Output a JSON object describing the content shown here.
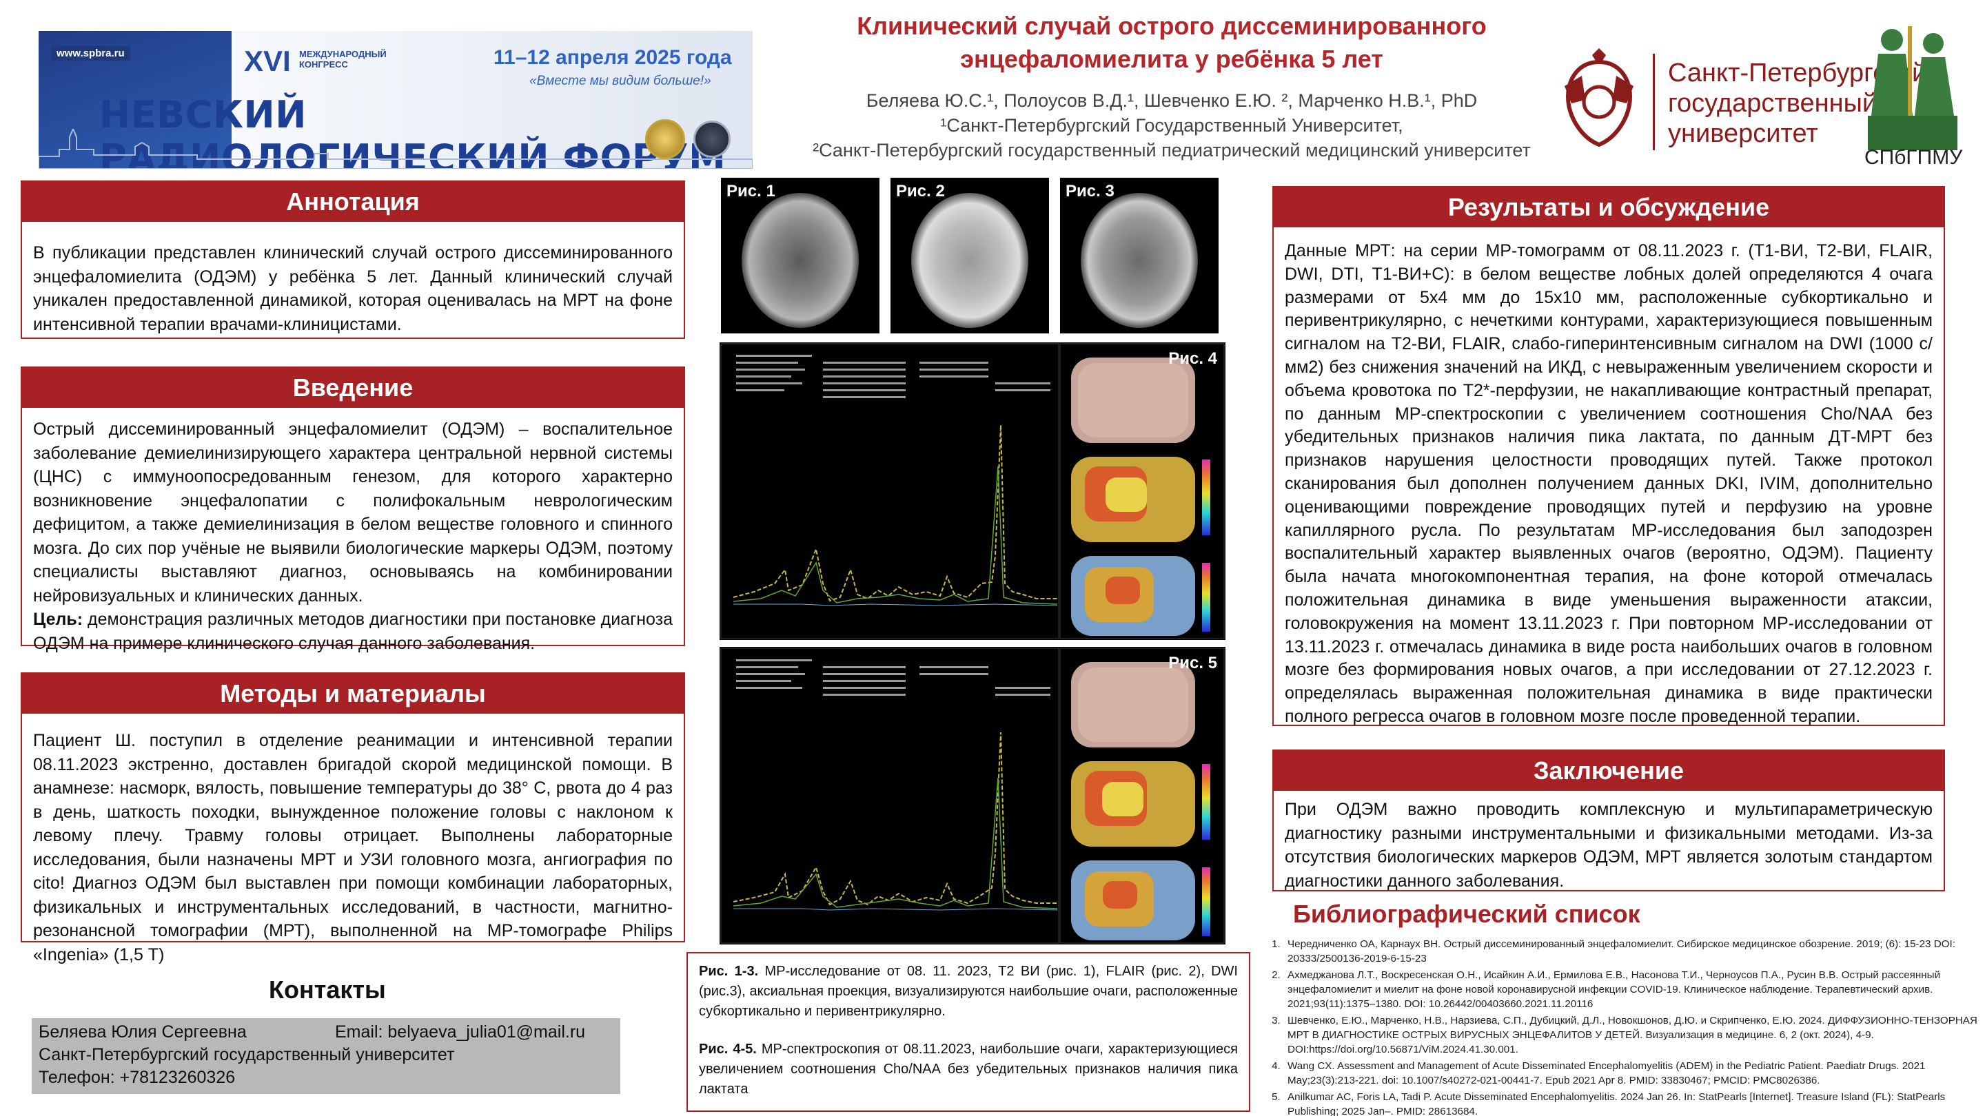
{
  "banner": {
    "url": "www.spbra.ru",
    "roman": "XVI",
    "congress": "МЕЖДУНАРОДНЫЙ КОНГРЕСС",
    "dates": "11–12 апреля 2025 года",
    "motto": "«Вместе мы видим больше!»",
    "forum": "НЕВСКИЙ РАДИОЛОГИЧЕСКИЙ ФОРУМ"
  },
  "title": {
    "line1": "Клинический случай острого диссеминированного",
    "line2": "энцефаломиелита у ребёнка 5 лет"
  },
  "authors": {
    "names": "Беляева Ю.С.¹, Полоусов В.Д.¹, Шевченко Е.Ю. ², Марченко Н.В.¹, PhD",
    "aff1": "¹Санкт-Петербургский Государственный Университет,",
    "aff2": "²Санкт-Петербургский государственный педиатрический медицинский университет"
  },
  "university": {
    "name_line1": "Санкт-Петербургский",
    "name_line2": "государственный",
    "name_line3": "университет",
    "second_logo": "СПбГПМУ"
  },
  "colors": {
    "accent": "#a82125",
    "title": "#b5262a",
    "forum_blue": "#1c3f93"
  },
  "annotation": {
    "header": "Аннотация",
    "text": "В публикации представлен клинический случай острого диссеминированного энцефаломиелита (ОДЭМ) у ребёнка 5 лет. Данный клинический случай уникален предоставленной динамикой, которая оценивалась на МРТ на фоне интенсивной терапии врачами-клиницистами."
  },
  "intro": {
    "header": "Введение",
    "text": "Острый диссеминированный энцефаломиелит (ОДЭМ) – воспалительное заболевание демиелинизирующего характера центральной нервной системы (ЦНС) с иммуноопосредованным генезом, для которого характерно возникновение энцефалопатии с полифокальным неврологическим дефицитом, а также демиелинизация в белом веществе головного и спинного мозга. До сих пор учёные не выявили биологические маркеры ОДЭМ, поэтому специалисты выставляют диагноз, основываясь на комбинировании нейровизуальных и клинических данных.",
    "goal_label": "Цель:",
    "goal_text": " демонстрация различных методов диагностики при постановке диагноза ОДЭМ на примере клинического случая данного заболевания."
  },
  "methods": {
    "header": "Методы и материалы",
    "text": "Пациент Ш. поступил в отделение реанимации и интенсивной терапии 08.11.2023 экстренно, доставлен бригадой скорой медицинской помощи. В анамнезе: насморк, вялость, повышение температуры до 38° С, рвота до 4 раз в день, шаткость походки, вынужденное положение головы с наклоном к левому плечу. Травму головы отрицает. Выполнены лабораторные исследования, были назначены МРТ и УЗИ головного мозга, ангиография по cito! Диагноз ОДЭМ был выставлен при помощи комбинации лабораторных, физикальных и инструментальных исследований, в частности, магнитно-резонансной томографии (МРТ), выполненной на МР-томографе Philips «Ingenia» (1,5 Т)"
  },
  "figures": {
    "fig1": "Рис. 1",
    "fig2": "Рис. 2",
    "fig3": "Рис. 3",
    "fig4": "Рис. 4",
    "fig5": "Рис. 5"
  },
  "caption": {
    "p1_label": "Рис. 1-3.",
    "p1_text": " МР-исследование от 08. 11. 2023, Т2 ВИ (рис. 1), FLAIR (рис. 2), DWI (рис.3), аксиальная проекция, визуализируются наибольшие очаги, расположенные субкортикально и перивентрикулярно.",
    "p2_label": "Рис. 4-5.",
    "p2_text": " МР-спектроскопия от 08.11.2023, наибольшие очаги, характеризующиеся увеличением соотношения Cho/NAA без убедительных признаков наличия пика лактата"
  },
  "contacts": {
    "title": "Контакты",
    "name": "Беляева Юлия Сергеевна",
    "email": "Email: belyaeva_julia01@mail.ru",
    "org": "Санкт-Петербургский государственный университет",
    "phone": "Телефон: +78123260326"
  },
  "results": {
    "header": "Результаты и обсуждение",
    "text": "Данные МРТ: на серии МР-томограмм от 08.11.2023 г. (Т1-ВИ, Т2-ВИ, FLAIR, DWI, DTI, Т1-ВИ+С): в белом веществе лобных долей определяются 4 очага размерами от 5x4 мм до 15x10 мм, расположенные субкортикально и перивентрикулярно, с нечеткими контурами, характеризующиеся повышенным сигналом на Т2-ВИ, FLAIR, слабо-гиперинтенсивным сигналом на DWI (1000 с/мм2) без снижения значений на ИКД, с невыраженным увеличением скорости и объема кровотока по Т2*-перфузии, не накапливающие контрастный препарат, по данным МР-спектроскопии с увеличением соотношения Cho/NAA без убедительных признаков наличия пика лактата, по данным ДТ-МРТ без признаков нарушения целостности проводящих путей. Также протокол сканирования был дополнен получением данных DKI, IVIM, дополнительно оценивающими повреждение проводящих путей и перфузию на уровне капиллярного русла. По результатам МР-исследования был заподозрен воспалительный характер выявленных очагов (вероятно, ОДЭМ). Пациенту была начата многокомпонентная терапия, на фоне которой отмечалась положительная динамика в виде уменьшения выраженности атаксии, головокружения на момент 13.11.2023 г. При повторном МР-исследовании от 13.11.2023 г. отмечалась динамика в виде роста наибольших очагов в головном мозге без формирования новых очагов, а при исследовании от 27.12.2023 г. определялась выраженная положительная динамика в виде практически полного регресса очагов в головном мозге после проведенной терапии."
  },
  "conclusion": {
    "header": "Заключение",
    "text": "При ОДЭМ важно проводить комплексную и мультипараметрическую диагностику разными инструментальными и физикальными методами. Из-за отсутствия биологических маркеров ОДЭМ, МРТ является золотым стандартом диагностики данного заболевания."
  },
  "bibliography": {
    "title": "Библиографический список",
    "items": [
      "Чередниченко ОА, Карнаух ВН. Острый диссеминированный энцефаломиелит. Сибирское медицинское обозрение. 2019; (6): 15-23 DOI: 20333/2500136-2019-6-15-23",
      "Ахмеджанова Л.Т., Воскресенская О.Н., Исайкин А.И., Ермилова Е.В., Насонова Т.И., Черноусов П.А., Русин В.В. Острый рассеянный энцефаломиелит и миелит на фоне новой коронавирусной инфекции COVID-19. Клиническое наблюдение. Терапевтический архив. 2021;93(11):1375–1380. DOI: 10.26442/00403660.2021.11.20116",
      "Шевченко, Е.Ю., Марченко, Н.В., Нарзиева, С.П., Дубицкий, Д.Л., Новокшонов, Д.Ю. и Скрипченко, Е.Ю. 2024. ДИФФУЗИОННО-ТЕНЗОРНАЯ МРТ В ДИАГНОСТИКЕ ОСТРЫХ ВИРУСНЫХ ЭНЦЕФАЛИТОВ У ДЕТЕЙ. Визуализация в медицине. 6, 2 (окт. 2024), 4-9. DOI:https://doi.org/10.56871/ViM.2024.41.30.001.",
      "Wang CX. Assessment and Management of Acute Disseminated Encephalomyelitis (ADEM) in the Pediatric Patient. Paediatr Drugs. 2021 May;23(3):213-221. doi: 10.1007/s40272-021-00441-7. Epub 2021 Apr 8. PMID: 33830467; PMCID: PMC8026386.",
      "Anilkumar AC, Foris LA, Tadi P. Acute Disseminated Encephalomyelitis. 2024 Jan 26. In: StatPearls [Internet]. Treasure Island (FL): StatPearls Publishing; 2025 Jan–. PMID: 28613684."
    ]
  }
}
